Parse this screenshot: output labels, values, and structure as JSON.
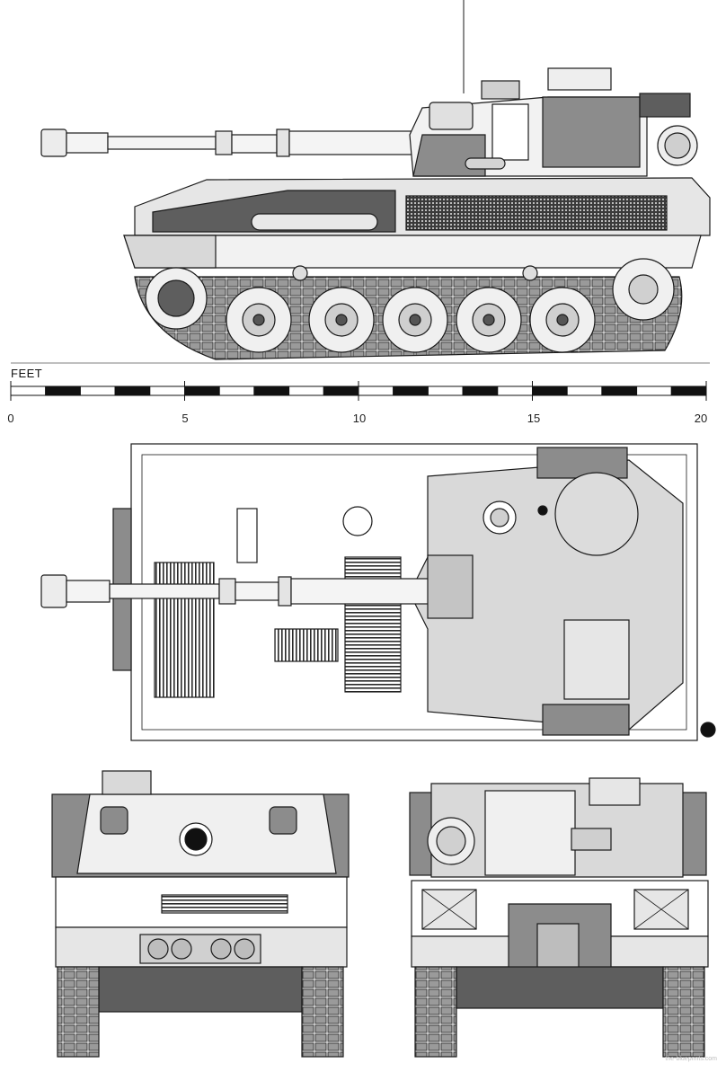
{
  "scale_bar": {
    "unit_label": "FEET",
    "ticks": [
      "0",
      "5",
      "10",
      "15",
      "20"
    ],
    "max_value": 20,
    "segments": 20
  },
  "credit_text": "the-blueprints.com",
  "colors": {
    "line": "#1a1a1a",
    "hull_grey": "#8c8c8c",
    "dark_grey": "#5e5e5e",
    "light_grey": "#d9d9d9",
    "paper": "#ffffff"
  }
}
